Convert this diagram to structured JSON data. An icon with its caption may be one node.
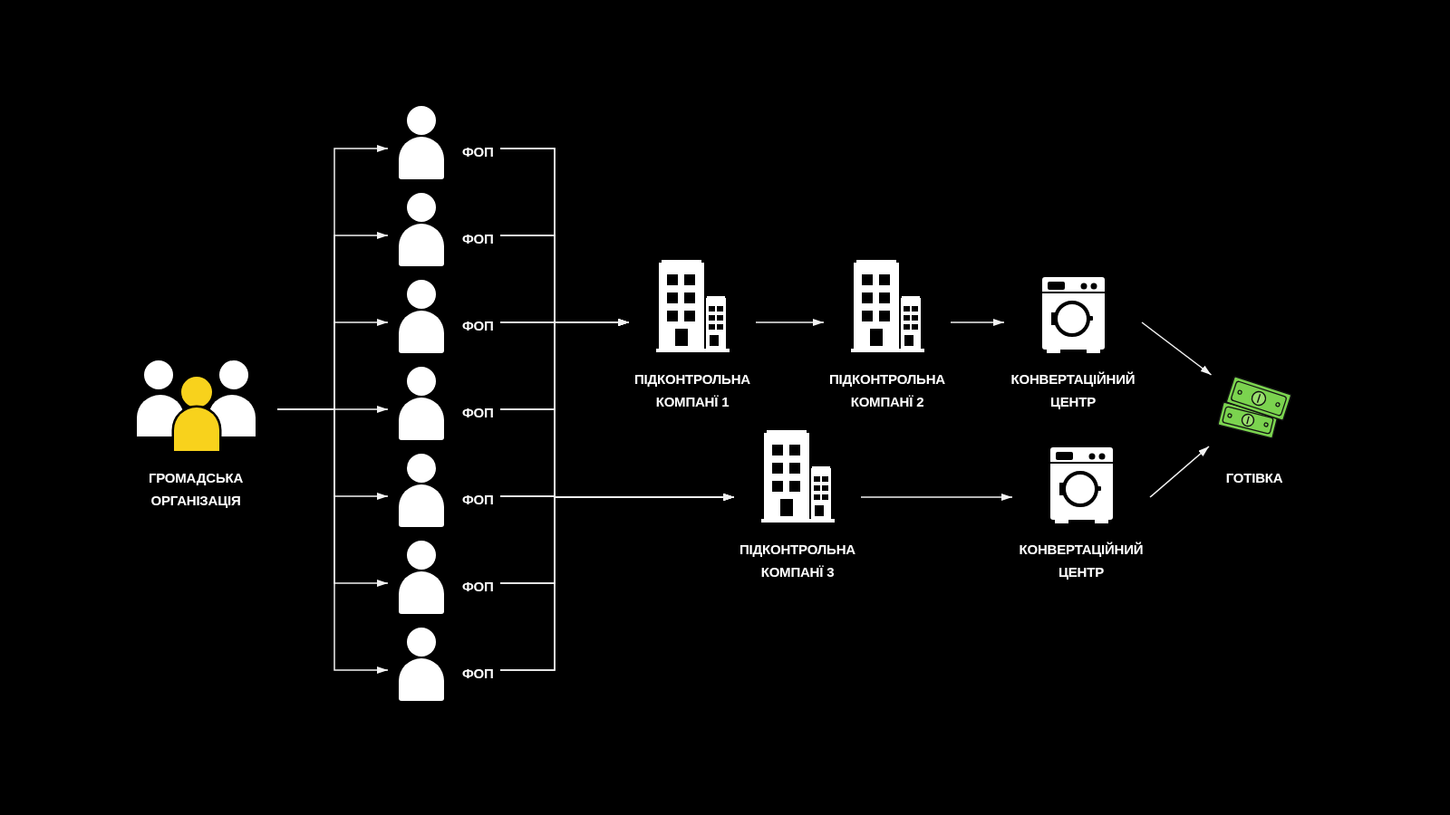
{
  "diagram": {
    "nodes": [
      {
        "text": [
          "ГРОМАДСЬКА ОРГАНІЗАЦІЯ"
        ]
      },
      {
        "text": [
          "ФОП"
        ]
      },
      {
        "text": [
          "ФОП"
        ]
      },
      {
        "text": [
          "ФОП"
        ]
      },
      {
        "text": [
          "ФОП"
        ]
      },
      {
        "text": [
          "ФОП"
        ]
      },
      {
        "text": [
          "ФОП"
        ]
      },
      {
        "text": [
          "ФОП"
        ]
      },
      {
        "text": [
          "ПІДКОНТРОЛЬНА КОМПАНЇ 1"
        ]
      },
      {
        "text": [
          "ПІДКОНТРОЛЬНА КОМПАНЇ 2"
        ]
      },
      {
        "text": [
          "КОНВЕРТАЦІЙНИЙ ЦЕНТР"
        ]
      },
      {
        "text": [
          "ПІДКОНТРОЛЬНА КОМПАНЇ 3"
        ]
      },
      {
        "text": [
          "КОНВЕРТАЦІЙНИЙ ЦЕНТР"
        ]
      },
      {
        "text": [
          "ГОТІВКА"
        ]
      }
    ],
    "edges": [
      {
        "from": 0,
        "to": 1,
        "arrow": "to"
      },
      {
        "from": 0,
        "to": 2,
        "arrow": "to"
      },
      {
        "from": 0,
        "to": 3,
        "arrow": "to"
      },
      {
        "from": 0,
        "to": 4,
        "arrow": "to"
      },
      {
        "from": 0,
        "to": 5,
        "arrow": "to"
      },
      {
        "from": 0,
        "to": 6,
        "arrow": "to"
      },
      {
        "from": 0,
        "to": 7,
        "arrow": "to"
      },
      {
        "from": 1,
        "to": 8,
        "arrow": "to"
      },
      {
        "from": 2,
        "to": 8,
        "arrow": "to"
      },
      {
        "from": 3,
        "to": 8,
        "arrow": "to"
      },
      {
        "from": 4,
        "to": 8,
        "arrow": "to"
      },
      {
        "from": 5,
        "to": 8,
        "arrow": "to"
      },
      {
        "from": 6,
        "to": 8,
        "arrow": "to"
      },
      {
        "from": 7,
        "to": 8,
        "arrow": "to"
      },
      {
        "from": 1,
        "to": 11,
        "arrow": "to"
      },
      {
        "from": 2,
        "to": 11,
        "arrow": "to"
      },
      {
        "from": 3,
        "to": 11,
        "arrow": "to"
      },
      {
        "from": 4,
        "to": 11,
        "arrow": "to"
      },
      {
        "from": 5,
        "to": 11,
        "arrow": "to"
      },
      {
        "from": 6,
        "to": 11,
        "arrow": "to"
      },
      {
        "from": 7,
        "to": 11,
        "arrow": "to"
      },
      {
        "from": 8,
        "to": 9,
        "arrow": "to"
      },
      {
        "from": 9,
        "to": 10,
        "arrow": "to"
      },
      {
        "from": 10,
        "to": 13,
        "arrow": "to"
      },
      {
        "from": 11,
        "to": 12,
        "arrow": "to"
      },
      {
        "from": 12,
        "to": 13,
        "arrow": "to"
      }
    ]
  }
}
